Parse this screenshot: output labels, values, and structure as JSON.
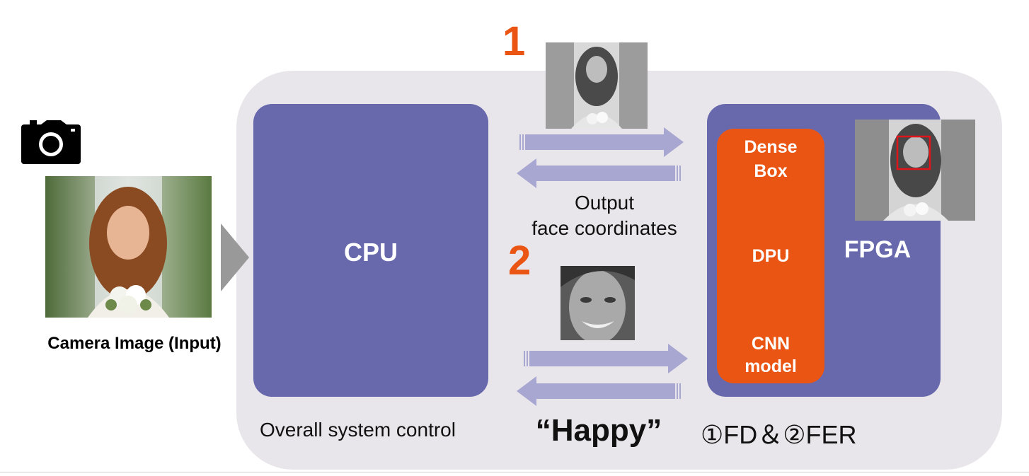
{
  "input": {
    "caption": "Camera Image (Input)",
    "icon": "camera-icon"
  },
  "cpu": {
    "label": "CPU",
    "caption": "Overall system control"
  },
  "fpga": {
    "label": "FPGA",
    "dpu_stack": [
      "Dense Box",
      "DPU",
      "CNN model"
    ],
    "dpu_lines": {
      "dense": "Dense",
      "box": "Box",
      "dpu": "DPU",
      "cnn": "CNN",
      "model": "model"
    }
  },
  "step1": {
    "number": "1",
    "text_line1": "Output",
    "text_line2": "face coordinates"
  },
  "step2": {
    "number": "2",
    "result": "“Happy”"
  },
  "mode_label": "①FD＆②FER",
  "colors": {
    "panel": "#e8e6ea",
    "processor": "#6869ad",
    "dpu": "#ea5514",
    "arrow": "#a7a7d1",
    "step_number": "#ea5514",
    "face_box": "#e0141b"
  }
}
